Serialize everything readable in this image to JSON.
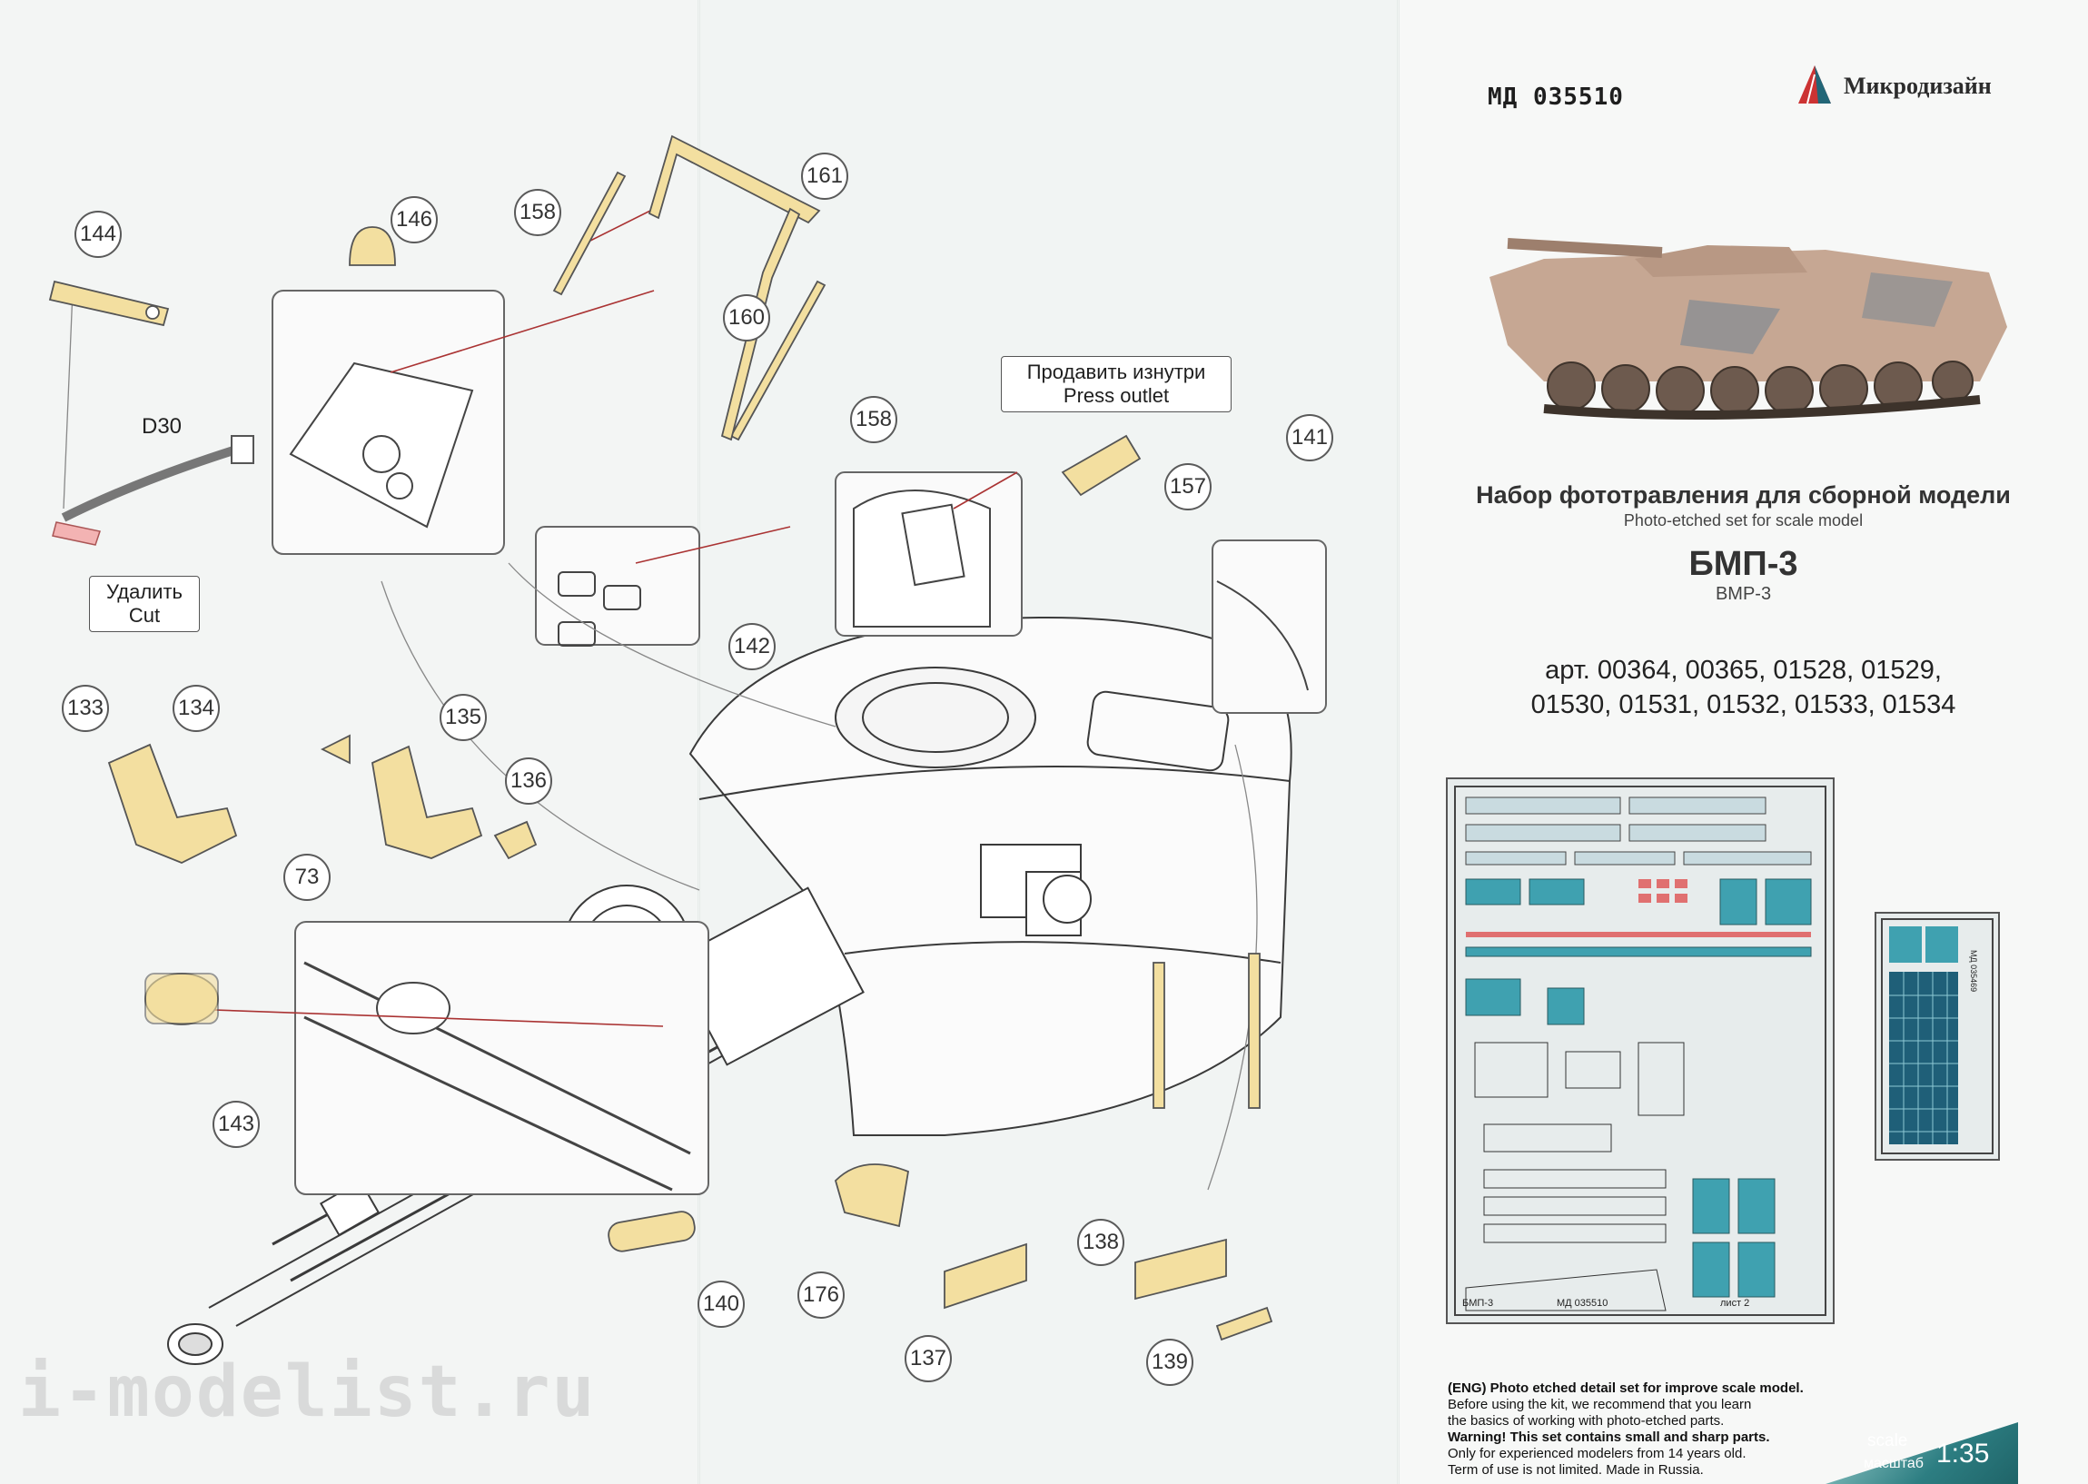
{
  "header": {
    "product_code": "МД 035510",
    "brand_name": "Микродизайн",
    "title_ru": "Набор фототравления для сборной модели",
    "title_en": "Photo-etched set for scale model",
    "model_ru": "БМП-3",
    "model_en": "BMP-3",
    "articles_line1": "арт. 00364, 00365, 01528, 01529,",
    "articles_line2": "01530, 01531, 01532, 01533, 01534"
  },
  "notes": {
    "press_ru": "Продавить изнутри",
    "press_en": "Press outlet",
    "cut_ru": "Удалить",
    "cut_en": "Cut",
    "d30": "D30"
  },
  "callouts": [
    "144",
    "146",
    "158",
    "161",
    "160",
    "158",
    "157",
    "141",
    "142",
    "133",
    "134",
    "135",
    "136",
    "73",
    "143",
    "140",
    "176",
    "138",
    "137",
    "139"
  ],
  "sheet_labels": {
    "main_left": "БМП-3",
    "main_code": "МД 035510",
    "main_sheet": "лист 2",
    "small_code": "МД 035469"
  },
  "description": {
    "line1": "(ENG) Photo etched detail set for improve scale model.",
    "line2": "Before using the kit, we recommend that you learn",
    "line3": "the basics of working with photo-etched parts.",
    "line4": "Warning! This set contains small and sharp parts.",
    "line5": "Only for experienced modelers from 14 years old.",
    "line6": "Term of use is not limited. Made in Russia."
  },
  "scale": {
    "label_en": "scale",
    "label_ru": "масштаб",
    "value": "1:35"
  },
  "watermark": "i-modelist.ru",
  "colors": {
    "part_fill": "#f3dfa0",
    "accent_teal": "#2d7e82",
    "etch_blue": "#3fa1b0"
  }
}
